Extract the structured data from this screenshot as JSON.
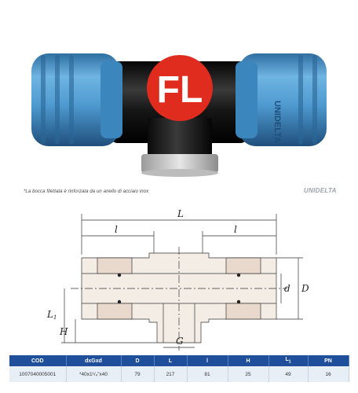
{
  "logo_text": "FL",
  "cap_lettering": "UNIDELTA",
  "note": "*La bocca filettata è rinforzata da un anello di acciaio inox",
  "brand": "UNIDELTA",
  "drawing_labels": {
    "L": "L",
    "l_left": "l",
    "l_right": "l",
    "d": "d",
    "D": "D",
    "L1": "L",
    "L1_sub": "1",
    "H": "H",
    "G": "G"
  },
  "table": {
    "headers": [
      "COD",
      "dxGxd",
      "D",
      "L",
      "l",
      "H",
      "L",
      "PN"
    ],
    "l1_sub": "1",
    "row": [
      "1007040005001",
      "*40x1¹/₄\"x40",
      "79",
      "217",
      "81",
      "25",
      "49",
      "16"
    ]
  },
  "colors": {
    "body_black": "#1c1c1c",
    "cap_blue": "#4f9bd1",
    "logo_red": "#e02b1f",
    "header_blue": "#1f4e9b"
  }
}
